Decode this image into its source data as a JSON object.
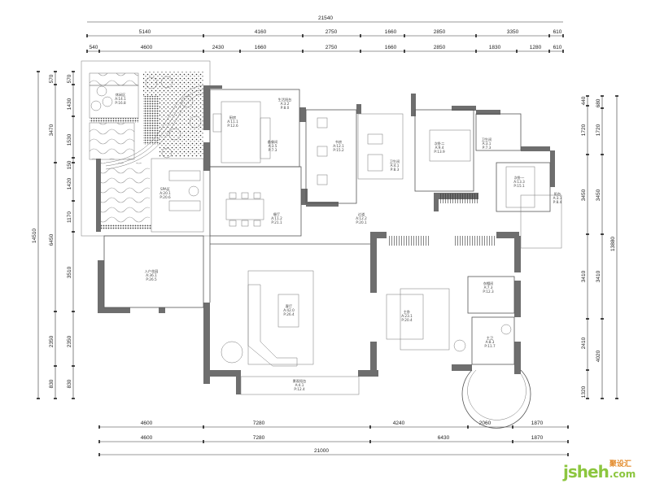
{
  "dimensions": {
    "top_total": "21540",
    "top_row1": [
      "5140",
      "4160",
      "2750",
      "1660",
      "2850",
      "3350",
      "610"
    ],
    "top_row2": [
      "540",
      "4600",
      "2430",
      "1660",
      "2750",
      "1660",
      "2850",
      "1830",
      "1280",
      "610"
    ],
    "bottom_row1": [
      "4600",
      "7280",
      "4240",
      "2060",
      "1870"
    ],
    "bottom_row2": [
      "4600",
      "7280",
      "6430",
      "1870"
    ],
    "bottom_total": "21000",
    "left_total": "14510",
    "left_col1": [
      "570",
      "3470",
      "6450",
      "2350",
      "830"
    ],
    "left_col2": [
      "570",
      "1430",
      "1530",
      "150",
      "1420",
      "1170",
      "3510",
      "2350",
      "830"
    ],
    "right_col1": [
      "440",
      "1720",
      "3450",
      "3410",
      "2410",
      "1320"
    ],
    "right_col2": [
      "680",
      "1720",
      "3450",
      "3410",
      "4020"
    ],
    "right_total": "13880"
  },
  "rooms": [
    {
      "name": "休闲区",
      "area": "A:14.1",
      "perimeter": "P:16.8"
    },
    {
      "name": "SPA区",
      "area": "A:20.1",
      "perimeter": "P:20.6"
    },
    {
      "name": "入户花园",
      "area": "A:36.1",
      "perimeter": "P:26.5"
    },
    {
      "name": "厨房",
      "area": "A:11.1",
      "perimeter": "P:12.6"
    },
    {
      "name": "生活阳台",
      "area": "A:3.2",
      "perimeter": "P:8.0"
    },
    {
      "name": "备餐间",
      "area": "A:3.5",
      "perimeter": "P:7.3"
    },
    {
      "name": "餐厅",
      "area": "A:11.2",
      "perimeter": "P:21.1"
    },
    {
      "name": "书房",
      "area": "A:12.1",
      "perimeter": "P:15.2"
    },
    {
      "name": "卫生间",
      "area": "A:4.1",
      "perimeter": "P:8.3"
    },
    {
      "name": "次卧二",
      "area": "A:9.4",
      "perimeter": "P:13.9"
    },
    {
      "name": "卫生间",
      "area": "A:3.1",
      "perimeter": "P:7.3"
    },
    {
      "name": "次卧一",
      "area": "A:13.3",
      "perimeter": "P:15.1"
    },
    {
      "name": "阳台",
      "area": "A:3.1",
      "perimeter": "P:8.4"
    },
    {
      "name": "过道",
      "area": "A:12.2",
      "perimeter": "P:20.1"
    },
    {
      "name": "客厅",
      "area": "A:42.0",
      "perimeter": "P:26.4"
    },
    {
      "name": "景观阳台",
      "area": "A:4.1",
      "perimeter": "P:12.4"
    },
    {
      "name": "主卧",
      "area": "A:23.1",
      "perimeter": "P:20.4"
    },
    {
      "name": "衣帽间",
      "area": "A:7.3",
      "perimeter": "P:12.3"
    },
    {
      "name": "主卫",
      "area": "A:8.3",
      "perimeter": "P:11.7"
    }
  ],
  "watermark": {
    "brand": "jsheh",
    "suffix": ".com",
    "cn": "聚设汇"
  },
  "colors": {
    "wall": "#6e6e6e",
    "line": "#555555",
    "watermark": "#8cc63f"
  }
}
